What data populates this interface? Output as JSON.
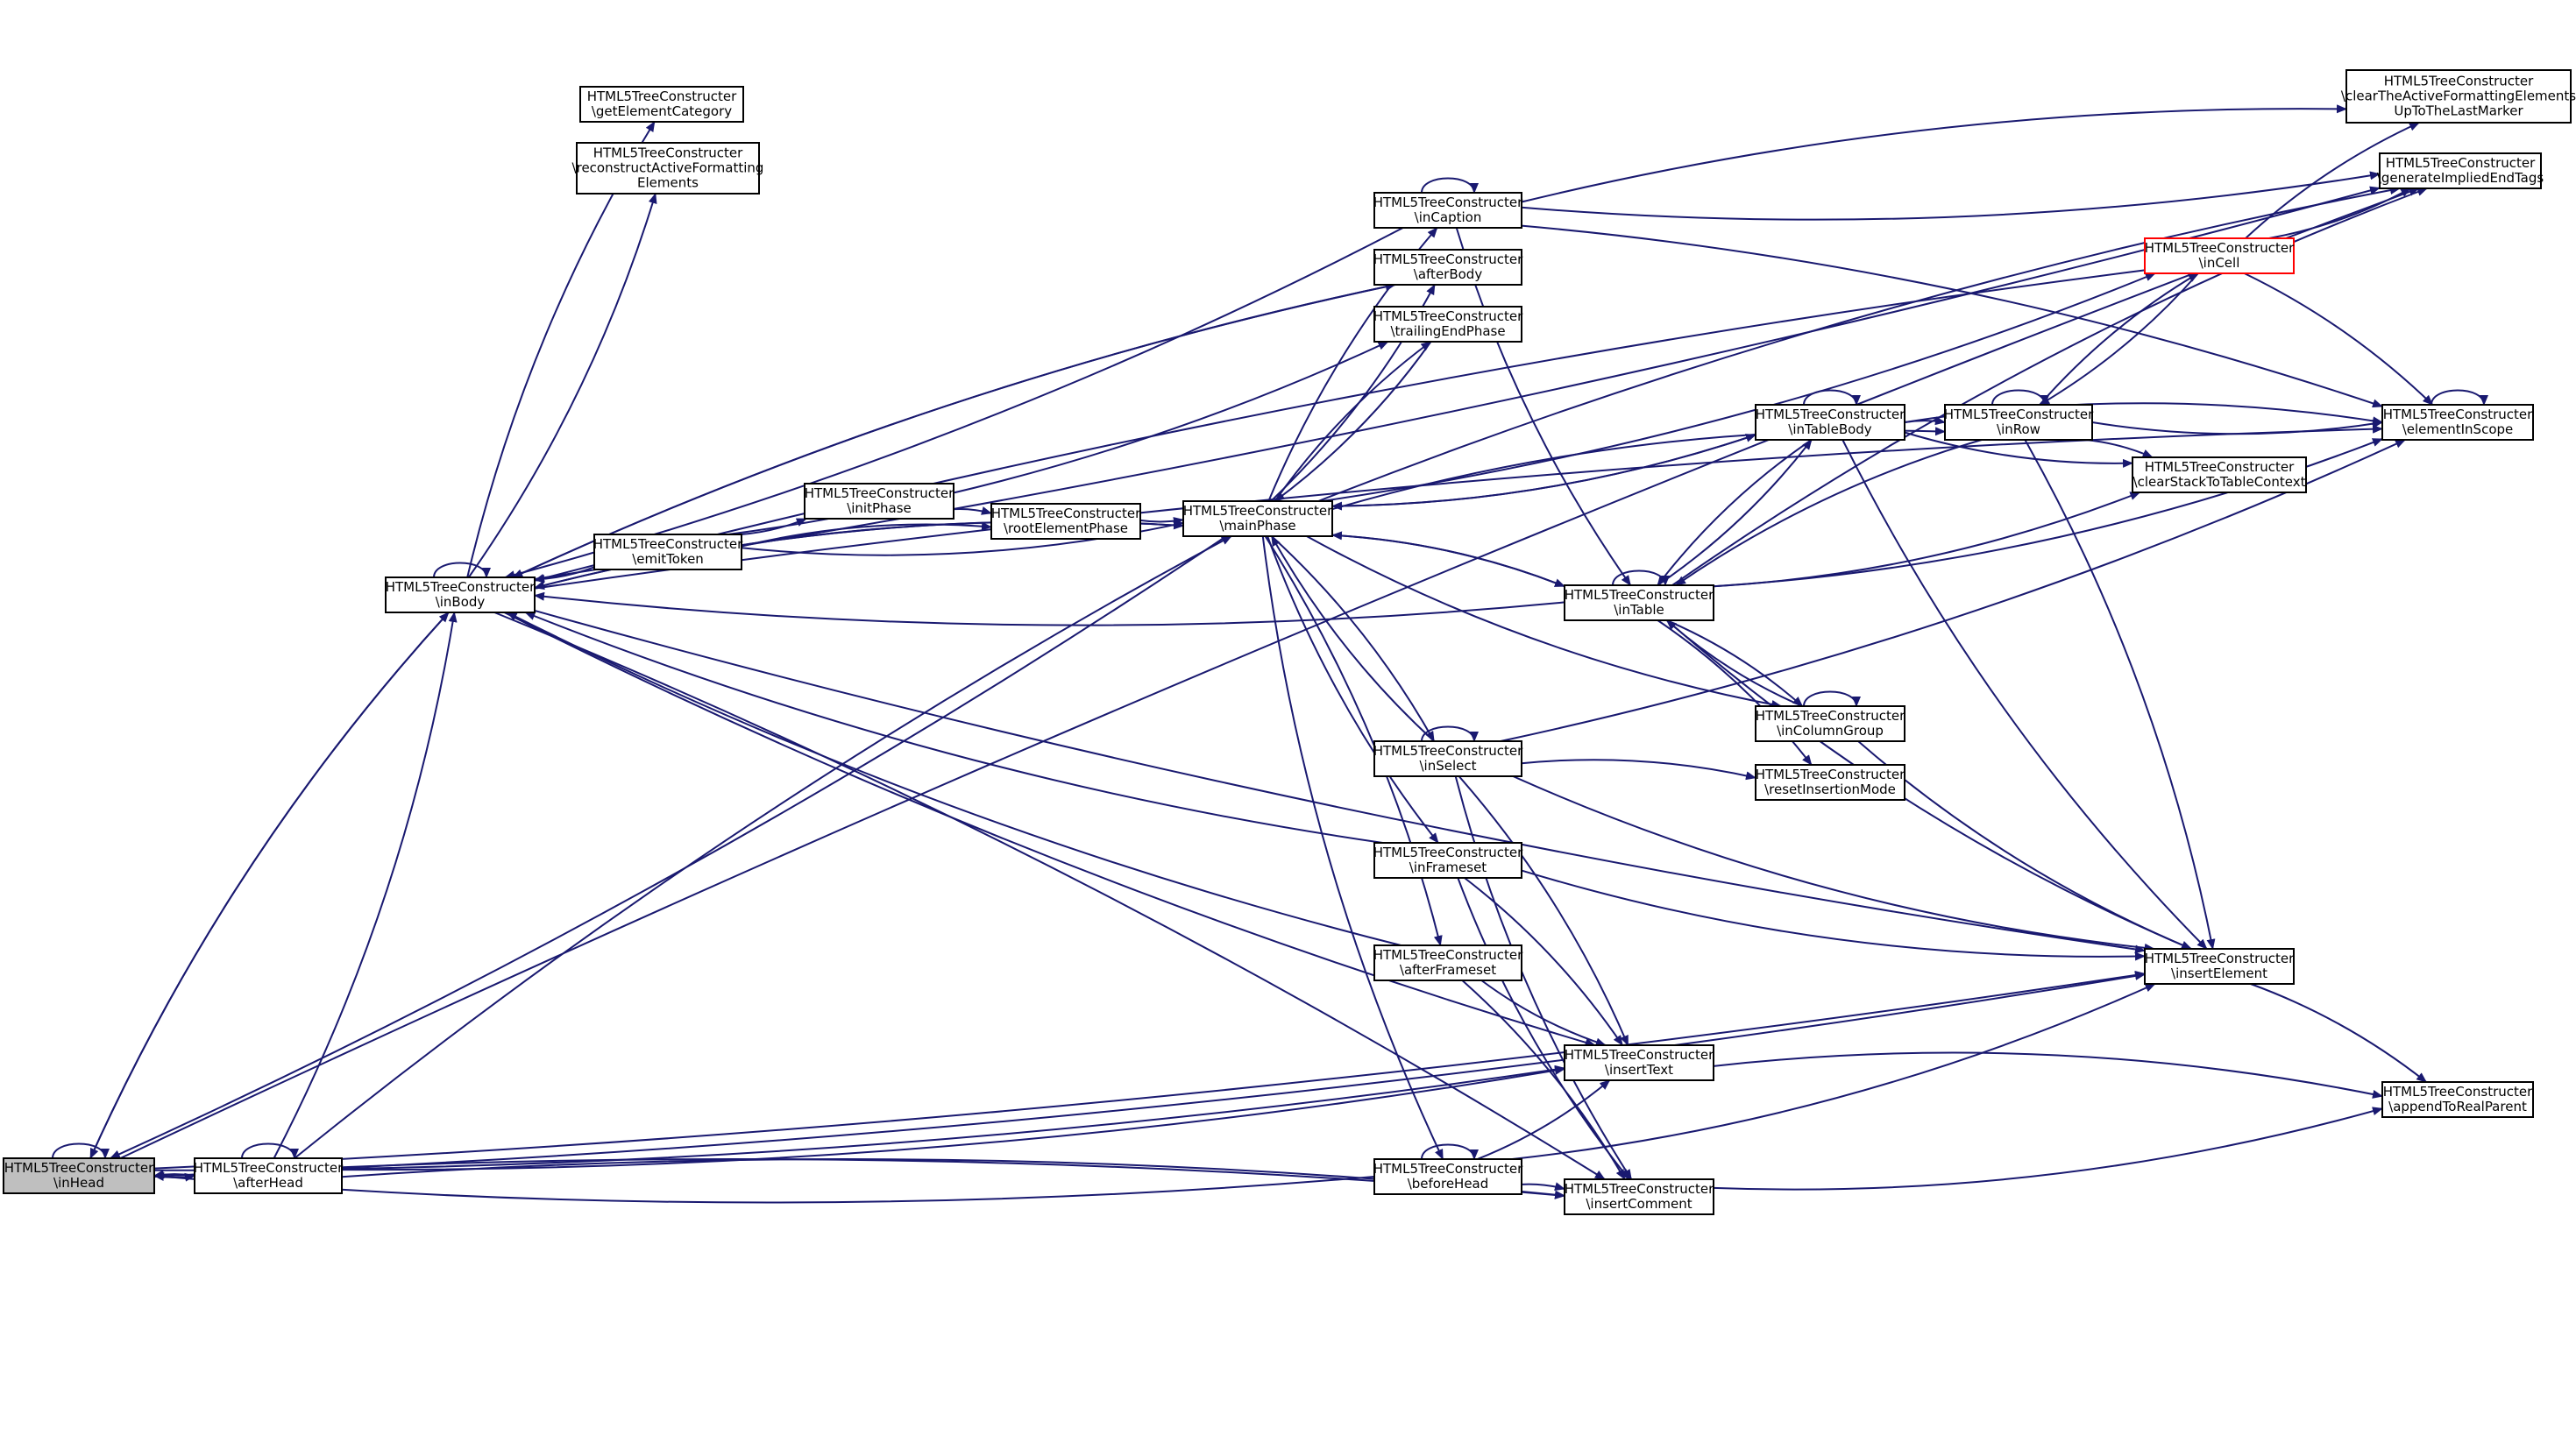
{
  "graph": {
    "title": "",
    "colors": {
      "edge": "#191970",
      "node_border": "#000000",
      "current_node_fill": "#bfbfbf",
      "highlight_border": "#ff0000"
    },
    "nodes": [
      {
        "id": "inHead",
        "lines": [
          "HTML5TreeConstructer",
          "\\inHead"
        ],
        "state": "current"
      },
      {
        "id": "afterHead",
        "lines": [
          "HTML5TreeConstructer",
          "\\afterHead"
        ]
      },
      {
        "id": "inBody",
        "lines": [
          "HTML5TreeConstructer",
          "\\inBody"
        ]
      },
      {
        "id": "getElementCategory",
        "lines": [
          "HTML5TreeConstructer",
          "\\getElementCategory"
        ]
      },
      {
        "id": "reconstructActiveFormattingElements",
        "lines": [
          "HTML5TreeConstructer",
          "\\reconstructActiveFormatting",
          "Elements"
        ]
      },
      {
        "id": "emitToken",
        "lines": [
          "HTML5TreeConstructer",
          "\\emitToken"
        ]
      },
      {
        "id": "initPhase",
        "lines": [
          "HTML5TreeConstructer",
          "\\initPhase"
        ]
      },
      {
        "id": "rootElementPhase",
        "lines": [
          "HTML5TreeConstructer",
          "\\rootElementPhase"
        ]
      },
      {
        "id": "mainPhase",
        "lines": [
          "HTML5TreeConstructer",
          "\\mainPhase"
        ]
      },
      {
        "id": "inCaption",
        "lines": [
          "HTML5TreeConstructer",
          "\\inCaption"
        ]
      },
      {
        "id": "afterBody",
        "lines": [
          "HTML5TreeConstructer",
          "\\afterBody"
        ]
      },
      {
        "id": "trailingEndPhase",
        "lines": [
          "HTML5TreeConstructer",
          "\\trailingEndPhase"
        ]
      },
      {
        "id": "inSelect",
        "lines": [
          "HTML5TreeConstructer",
          "\\inSelect"
        ]
      },
      {
        "id": "inFrameset",
        "lines": [
          "HTML5TreeConstructer",
          "\\inFrameset"
        ]
      },
      {
        "id": "afterFrameset",
        "lines": [
          "HTML5TreeConstructer",
          "\\afterFrameset"
        ]
      },
      {
        "id": "beforeHead",
        "lines": [
          "HTML5TreeConstructer",
          "\\beforeHead"
        ]
      },
      {
        "id": "inTable",
        "lines": [
          "HTML5TreeConstructer",
          "\\inTable"
        ]
      },
      {
        "id": "inTableBody",
        "lines": [
          "HTML5TreeConstructer",
          "\\inTableBody"
        ]
      },
      {
        "id": "inRow",
        "lines": [
          "HTML5TreeConstructer",
          "\\inRow"
        ]
      },
      {
        "id": "inColumnGroup",
        "lines": [
          "HTML5TreeConstructer",
          "\\inColumnGroup"
        ]
      },
      {
        "id": "resetInsertionMode",
        "lines": [
          "HTML5TreeConstructer",
          "\\resetInsertionMode"
        ]
      },
      {
        "id": "insertText",
        "lines": [
          "HTML5TreeConstructer",
          "\\insertText"
        ]
      },
      {
        "id": "insertComment",
        "lines": [
          "HTML5TreeConstructer",
          "\\insertComment"
        ]
      },
      {
        "id": "insertElement",
        "lines": [
          "HTML5TreeConstructer",
          "\\insertElement"
        ]
      },
      {
        "id": "clearStackToTableContext",
        "lines": [
          "HTML5TreeConstructer",
          "\\clearStackToTableContext"
        ]
      },
      {
        "id": "inCell",
        "lines": [
          "HTML5TreeConstructer",
          "\\inCell"
        ],
        "state": "highlight"
      },
      {
        "id": "clearTheActiveFormattingElementsUpToTheLastMarker",
        "lines": [
          "HTML5TreeConstructer",
          "\\clearTheActiveFormattingElements",
          "UpToTheLastMarker"
        ]
      },
      {
        "id": "generateImpliedEndTags",
        "lines": [
          "HTML5TreeConstructer",
          "\\generateImpliedEndTags"
        ]
      },
      {
        "id": "elementInScope",
        "lines": [
          "HTML5TreeConstructer",
          "\\elementInScope"
        ]
      },
      {
        "id": "appendToRealParent",
        "lines": [
          "HTML5TreeConstructer",
          "\\appendToRealParent"
        ]
      }
    ],
    "edges": [
      [
        "inHead",
        "inHead"
      ],
      [
        "inHead",
        "afterHead"
      ],
      [
        "inHead",
        "inBody"
      ],
      [
        "inHead",
        "insertElement"
      ],
      [
        "inHead",
        "insertComment"
      ],
      [
        "inHead",
        "insertText"
      ],
      [
        "inHead",
        "generateImpliedEndTags"
      ],
      [
        "afterHead",
        "inHead"
      ],
      [
        "afterHead",
        "afterHead"
      ],
      [
        "afterHead",
        "inBody"
      ],
      [
        "afterHead",
        "mainPhase"
      ],
      [
        "afterHead",
        "insertText"
      ],
      [
        "afterHead",
        "insertComment"
      ],
      [
        "afterHead",
        "insertElement"
      ],
      [
        "inBody",
        "inBody"
      ],
      [
        "inBody",
        "inHead"
      ],
      [
        "inBody",
        "getElementCategory"
      ],
      [
        "inBody",
        "reconstructActiveFormattingElements"
      ],
      [
        "inBody",
        "afterBody"
      ],
      [
        "inBody",
        "insertText"
      ],
      [
        "inBody",
        "insertComment"
      ],
      [
        "inBody",
        "insertElement"
      ],
      [
        "inBody",
        "elementInScope"
      ],
      [
        "inBody",
        "generateImpliedEndTags"
      ],
      [
        "inBody",
        "mainPhase"
      ],
      [
        "emitToken",
        "initPhase"
      ],
      [
        "emitToken",
        "rootElementPhase"
      ],
      [
        "emitToken",
        "mainPhase"
      ],
      [
        "emitToken",
        "inBody"
      ],
      [
        "emitToken",
        "trailingEndPhase"
      ],
      [
        "initPhase",
        "rootElementPhase"
      ],
      [
        "rootElementPhase",
        "mainPhase"
      ],
      [
        "mainPhase",
        "inHead"
      ],
      [
        "mainPhase",
        "inBody"
      ],
      [
        "mainPhase",
        "inCaption"
      ],
      [
        "mainPhase",
        "afterBody"
      ],
      [
        "mainPhase",
        "trailingEndPhase"
      ],
      [
        "mainPhase",
        "inTableBody"
      ],
      [
        "mainPhase",
        "inRow"
      ],
      [
        "mainPhase",
        "inCell"
      ],
      [
        "mainPhase",
        "inTable"
      ],
      [
        "mainPhase",
        "inColumnGroup"
      ],
      [
        "mainPhase",
        "inSelect"
      ],
      [
        "mainPhase",
        "inFrameset"
      ],
      [
        "mainPhase",
        "afterFrameset"
      ],
      [
        "mainPhase",
        "beforeHead"
      ],
      [
        "mainPhase",
        "generateImpliedEndTags"
      ],
      [
        "inCaption",
        "inCaption"
      ],
      [
        "inCaption",
        "inBody"
      ],
      [
        "inCaption",
        "inTable"
      ],
      [
        "inCaption",
        "clearTheActiveFormattingElementsUpToTheLastMarker"
      ],
      [
        "inCaption",
        "generateImpliedEndTags"
      ],
      [
        "inCaption",
        "elementInScope"
      ],
      [
        "afterBody",
        "inBody"
      ],
      [
        "trailingEndPhase",
        "mainPhase"
      ],
      [
        "inSelect",
        "inSelect"
      ],
      [
        "inSelect",
        "mainPhase"
      ],
      [
        "inSelect",
        "insertElement"
      ],
      [
        "inSelect",
        "insertText"
      ],
      [
        "inSelect",
        "insertComment"
      ],
      [
        "inSelect",
        "resetInsertionMode"
      ],
      [
        "inSelect",
        "elementInScope"
      ],
      [
        "inFrameset",
        "inBody"
      ],
      [
        "inFrameset",
        "insertElement"
      ],
      [
        "inFrameset",
        "insertText"
      ],
      [
        "inFrameset",
        "insertComment"
      ],
      [
        "afterFrameset",
        "inBody"
      ],
      [
        "afterFrameset",
        "insertText"
      ],
      [
        "afterFrameset",
        "insertComment"
      ],
      [
        "beforeHead",
        "beforeHead"
      ],
      [
        "beforeHead",
        "inHead"
      ],
      [
        "beforeHead",
        "insertText"
      ],
      [
        "beforeHead",
        "insertComment"
      ],
      [
        "beforeHead",
        "insertElement"
      ],
      [
        "inTable",
        "inTable"
      ],
      [
        "inTable",
        "mainPhase"
      ],
      [
        "inTable",
        "inBody"
      ],
      [
        "inTable",
        "inTableBody"
      ],
      [
        "inTable",
        "inColumnGroup"
      ],
      [
        "inTable",
        "clearStackToTableContext"
      ],
      [
        "inTable",
        "resetInsertionMode"
      ],
      [
        "inTable",
        "elementInScope"
      ],
      [
        "inTable",
        "generateImpliedEndTags"
      ],
      [
        "inTable",
        "insertElement"
      ],
      [
        "inTableBody",
        "inTableBody"
      ],
      [
        "inTableBody",
        "inTable"
      ],
      [
        "inTableBody",
        "inRow"
      ],
      [
        "inTableBody",
        "clearStackToTableContext"
      ],
      [
        "inTableBody",
        "elementInScope"
      ],
      [
        "inTableBody",
        "insertElement"
      ],
      [
        "inTableBody",
        "mainPhase"
      ],
      [
        "inRow",
        "inRow"
      ],
      [
        "inRow",
        "inCell"
      ],
      [
        "inRow",
        "inTable"
      ],
      [
        "inRow",
        "clearStackToTableContext"
      ],
      [
        "inRow",
        "elementInScope"
      ],
      [
        "inRow",
        "insertElement"
      ],
      [
        "inColumnGroup",
        "inColumnGroup"
      ],
      [
        "inColumnGroup",
        "inTable"
      ],
      [
        "inColumnGroup",
        "insertElement"
      ],
      [
        "inCell",
        "inRow"
      ],
      [
        "inCell",
        "inBody"
      ],
      [
        "inCell",
        "clearTheActiveFormattingElementsUpToTheLastMarker"
      ],
      [
        "inCell",
        "generateImpliedEndTags"
      ],
      [
        "inCell",
        "elementInScope"
      ],
      [
        "elementInScope",
        "elementInScope"
      ],
      [
        "insertText",
        "appendToRealParent"
      ],
      [
        "insertComment",
        "appendToRealParent"
      ],
      [
        "insertElement",
        "appendToRealParent"
      ]
    ]
  }
}
